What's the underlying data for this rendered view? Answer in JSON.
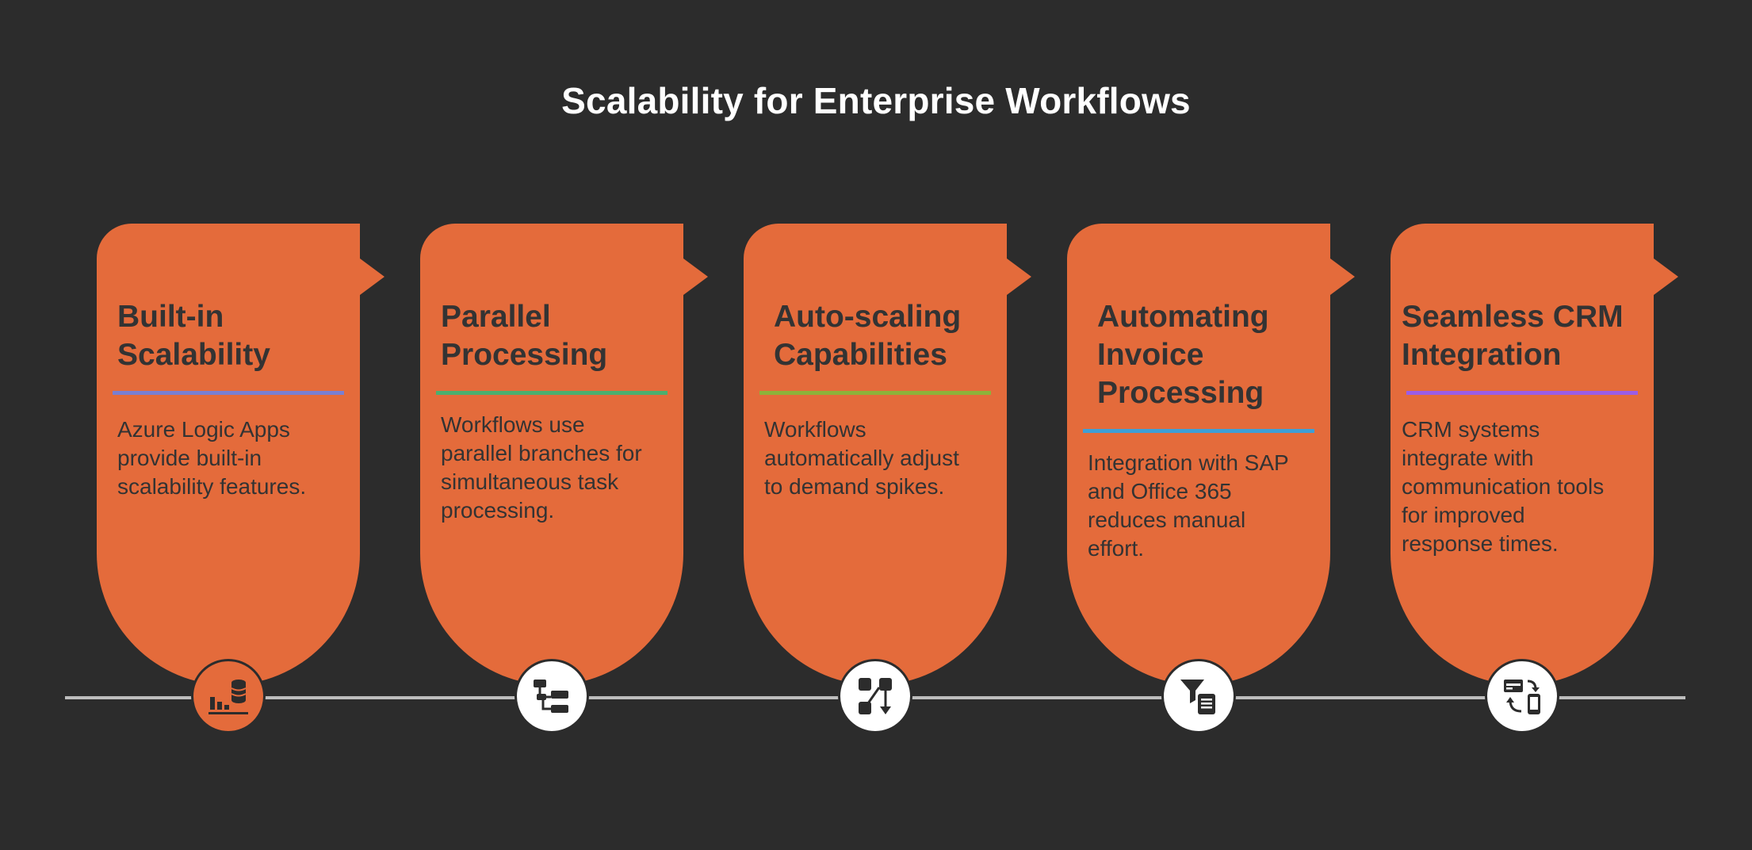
{
  "title": "Scalability for Enterprise Workflows",
  "colors": {
    "background": "#2c2c2c",
    "card": "#e46b3b",
    "timeline": "#bdbdbd"
  },
  "steps": [
    {
      "title_lines": [
        "Built-in",
        "Scalability"
      ],
      "description_lines": [
        "Azure Logic Apps",
        "provide built-in",
        "scalability features."
      ],
      "rule_color": "#7a7fd1",
      "icon": "bar-chart-database-icon"
    },
    {
      "title_lines": [
        "Parallel",
        "Processing"
      ],
      "description_lines": [
        "Workflows use",
        "parallel branches for",
        "simultaneous task",
        "processing."
      ],
      "rule_color": "#4caf6e",
      "icon": "parallel-branches-icon"
    },
    {
      "title_lines": [
        "Auto-scaling",
        "Capabilities"
      ],
      "description_lines": [
        "Workflows",
        "automatically adjust",
        "to demand spikes."
      ],
      "rule_color": "#8db33a",
      "icon": "workflow-scale-icon"
    },
    {
      "title_lines": [
        "Automating",
        "Invoice",
        "Processing"
      ],
      "description_lines": [
        "Integration with SAP",
        "and Office 365",
        "reduces manual",
        "effort."
      ],
      "rule_color": "#3f9fd6",
      "icon": "filter-document-icon"
    },
    {
      "title_lines": [
        "Seamless CRM",
        "Integration"
      ],
      "description_lines": [
        "CRM systems",
        "integrate with",
        "communication tools",
        "for improved",
        "response times."
      ],
      "rule_color": "#9b5de5",
      "icon": "device-sync-icon"
    }
  ]
}
